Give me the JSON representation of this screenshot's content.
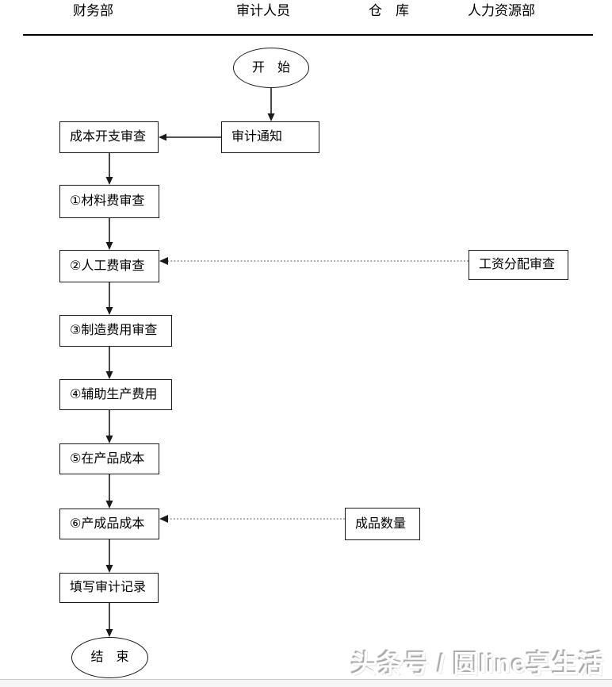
{
  "header": {
    "departments": [
      {
        "label": "财务部"
      },
      {
        "label": "审计人员"
      },
      {
        "label": "仓　库"
      },
      {
        "label": "人力资源部"
      }
    ]
  },
  "nodes": {
    "start": {
      "label": "开　始",
      "shape": "ellipse",
      "lane": "审计人员"
    },
    "audit_notice": {
      "label": "审计通知",
      "shape": "rect",
      "lane": "审计人员"
    },
    "cost_review": {
      "label": "成本开支审查",
      "shape": "rect",
      "lane": "财务部"
    },
    "step1": {
      "label": "①材料费审查",
      "shape": "rect",
      "lane": "财务部"
    },
    "step2": {
      "label": "②人工费审查",
      "shape": "rect",
      "lane": "财务部"
    },
    "step3": {
      "label": "③制造费用审查",
      "shape": "rect",
      "lane": "财务部"
    },
    "step4": {
      "label": "④辅助生产费用",
      "shape": "rect",
      "lane": "财务部"
    },
    "step5": {
      "label": "⑤在产品成本",
      "shape": "rect",
      "lane": "财务部"
    },
    "step6": {
      "label": "⑥产成品成本",
      "shape": "rect",
      "lane": "财务部"
    },
    "fill_record": {
      "label": "填写审计记录",
      "shape": "rect",
      "lane": "财务部"
    },
    "wage_review": {
      "label": "工资分配审查",
      "shape": "rect",
      "lane": "人力资源部"
    },
    "product_qty": {
      "label": "成品数量",
      "shape": "rect",
      "lane": "仓库"
    },
    "end": {
      "label": "结　束",
      "shape": "ellipse",
      "lane": "财务部"
    }
  },
  "edges": [
    {
      "from": "start",
      "to": "audit_notice",
      "style": "solid"
    },
    {
      "from": "audit_notice",
      "to": "cost_review",
      "style": "solid"
    },
    {
      "from": "cost_review",
      "to": "step1",
      "style": "solid"
    },
    {
      "from": "step1",
      "to": "step2",
      "style": "solid"
    },
    {
      "from": "step2",
      "to": "step3",
      "style": "solid"
    },
    {
      "from": "step3",
      "to": "step4",
      "style": "solid"
    },
    {
      "from": "step4",
      "to": "step5",
      "style": "solid"
    },
    {
      "from": "step5",
      "to": "step6",
      "style": "solid"
    },
    {
      "from": "step6",
      "to": "fill_record",
      "style": "solid"
    },
    {
      "from": "fill_record",
      "to": "end",
      "style": "solid"
    },
    {
      "from": "wage_review",
      "to": "step2",
      "style": "dotted"
    },
    {
      "from": "product_qty",
      "to": "step6",
      "style": "dotted"
    }
  ],
  "colors": {
    "line": "#1a1a1a",
    "dotted_line": "#8a8a8a",
    "node_border": "#1a1a1a",
    "node_fill": "#ffffff",
    "watermark": "#fdfdfd"
  },
  "watermark": {
    "text": "头条号 / 圆line享生活"
  }
}
